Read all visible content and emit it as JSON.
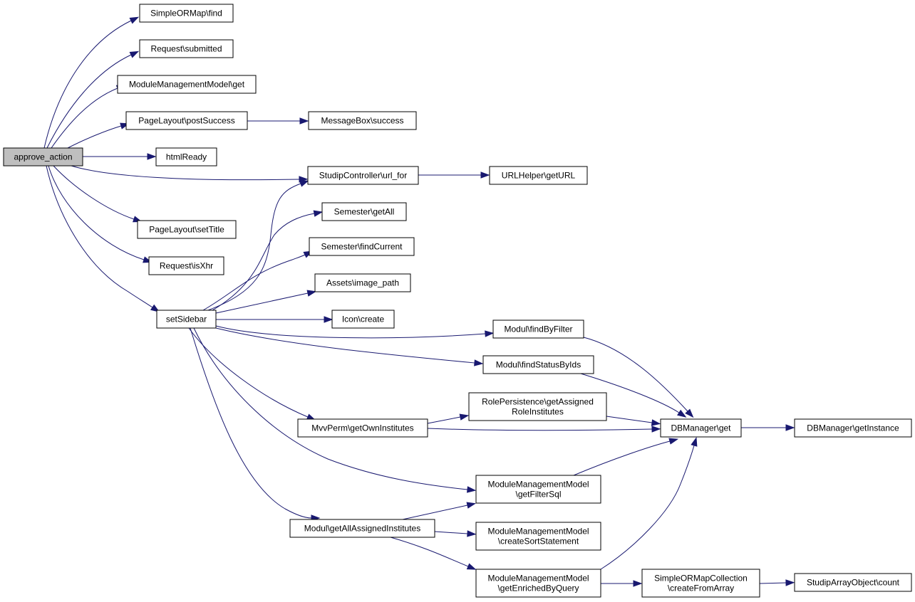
{
  "graph": {
    "colors": {
      "edge": "#191970",
      "root_fill": "#bfbfbf",
      "node_fill": "#ffffff",
      "node_stroke": "#000000"
    },
    "nodes": [
      {
        "id": "approve_action",
        "lines": [
          "approve_action"
        ],
        "root": true
      },
      {
        "id": "simpleormap_find",
        "lines": [
          "SimpleORMap\\find"
        ]
      },
      {
        "id": "request_submitted",
        "lines": [
          "Request\\submitted"
        ]
      },
      {
        "id": "mmm_get",
        "lines": [
          "ModuleManagementModel\\get"
        ]
      },
      {
        "id": "pagelayout_postsuccess",
        "lines": [
          "PageLayout\\postSuccess"
        ]
      },
      {
        "id": "messagebox_success",
        "lines": [
          "MessageBox\\success"
        ]
      },
      {
        "id": "htmlready",
        "lines": [
          "htmlReady"
        ]
      },
      {
        "id": "studipcontroller_url_for",
        "lines": [
          "StudipController\\url_for"
        ]
      },
      {
        "id": "urlhelper_geturl",
        "lines": [
          "URLHelper\\getURL"
        ]
      },
      {
        "id": "pagelayout_settitle",
        "lines": [
          "PageLayout\\setTitle"
        ]
      },
      {
        "id": "request_isxhr",
        "lines": [
          "Request\\isXhr"
        ]
      },
      {
        "id": "setsidebar",
        "lines": [
          "setSidebar"
        ]
      },
      {
        "id": "semester_getall",
        "lines": [
          "Semester\\getAll"
        ]
      },
      {
        "id": "semester_findcurrent",
        "lines": [
          "Semester\\findCurrent"
        ]
      },
      {
        "id": "assets_image_path",
        "lines": [
          "Assets\\image_path"
        ]
      },
      {
        "id": "icon_create",
        "lines": [
          "Icon\\create"
        ]
      },
      {
        "id": "modul_findbyfilter",
        "lines": [
          "Modul\\findByFilter"
        ]
      },
      {
        "id": "modul_findstatusbyids",
        "lines": [
          "Modul\\findStatusByIds"
        ]
      },
      {
        "id": "rolepersistence",
        "lines": [
          "RolePersistence\\getAssigned",
          "RoleInstitutes"
        ]
      },
      {
        "id": "mvvperm_getowninstitutes",
        "lines": [
          "MvvPerm\\getOwnInstitutes"
        ]
      },
      {
        "id": "dbmanager_get",
        "lines": [
          "DBManager\\get"
        ]
      },
      {
        "id": "dbmanager_getinstance",
        "lines": [
          "DBManager\\getInstance"
        ]
      },
      {
        "id": "mmm_getfiltersql",
        "lines": [
          "ModuleManagementModel",
          "\\getFilterSql"
        ]
      },
      {
        "id": "modul_getallassignedinstitutes",
        "lines": [
          "Modul\\getAllAssignedInstitutes"
        ]
      },
      {
        "id": "mmm_createsortstatement",
        "lines": [
          "ModuleManagementModel",
          "\\createSortStatement"
        ]
      },
      {
        "id": "mmm_getenrichedbyquery",
        "lines": [
          "ModuleManagementModel",
          "\\getEnrichedByQuery"
        ]
      },
      {
        "id": "simpleormapcollection_createfromarray",
        "lines": [
          "SimpleORMapCollection",
          "\\createFromArray"
        ]
      },
      {
        "id": "studiparrayobject_count",
        "lines": [
          "StudipArrayObject\\count"
        ]
      }
    ],
    "edges": [
      {
        "from": "approve_action",
        "to": "simpleormap_find"
      },
      {
        "from": "approve_action",
        "to": "request_submitted"
      },
      {
        "from": "approve_action",
        "to": "mmm_get"
      },
      {
        "from": "approve_action",
        "to": "pagelayout_postsuccess"
      },
      {
        "from": "approve_action",
        "to": "htmlready"
      },
      {
        "from": "approve_action",
        "to": "studipcontroller_url_for"
      },
      {
        "from": "approve_action",
        "to": "pagelayout_settitle"
      },
      {
        "from": "approve_action",
        "to": "request_isxhr"
      },
      {
        "from": "approve_action",
        "to": "setsidebar"
      },
      {
        "from": "pagelayout_postsuccess",
        "to": "messagebox_success"
      },
      {
        "from": "studipcontroller_url_for",
        "to": "urlhelper_geturl"
      },
      {
        "from": "setsidebar",
        "to": "studipcontroller_url_for"
      },
      {
        "from": "setsidebar",
        "to": "semester_getall"
      },
      {
        "from": "setsidebar",
        "to": "semester_findcurrent"
      },
      {
        "from": "setsidebar",
        "to": "assets_image_path"
      },
      {
        "from": "setsidebar",
        "to": "icon_create"
      },
      {
        "from": "setsidebar",
        "to": "modul_findbyfilter"
      },
      {
        "from": "setsidebar",
        "to": "modul_findstatusbyids"
      },
      {
        "from": "setsidebar",
        "to": "mvvperm_getowninstitutes"
      },
      {
        "from": "setsidebar",
        "to": "mmm_getfiltersql"
      },
      {
        "from": "setsidebar",
        "to": "modul_getallassignedinstitutes"
      },
      {
        "from": "modul_findbyfilter",
        "to": "dbmanager_get"
      },
      {
        "from": "modul_findstatusbyids",
        "to": "dbmanager_get"
      },
      {
        "from": "mvvperm_getowninstitutes",
        "to": "rolepersistence"
      },
      {
        "from": "mvvperm_getowninstitutes",
        "to": "dbmanager_get"
      },
      {
        "from": "rolepersistence",
        "to": "dbmanager_get"
      },
      {
        "from": "dbmanager_get",
        "to": "dbmanager_getinstance"
      },
      {
        "from": "mmm_getfiltersql",
        "to": "dbmanager_get"
      },
      {
        "from": "modul_getallassignedinstitutes",
        "to": "mmm_getfiltersql"
      },
      {
        "from": "modul_getallassignedinstitutes",
        "to": "mmm_createsortstatement"
      },
      {
        "from": "modul_getallassignedinstitutes",
        "to": "mmm_getenrichedbyquery"
      },
      {
        "from": "mmm_getenrichedbyquery",
        "to": "dbmanager_get"
      },
      {
        "from": "mmm_getenrichedbyquery",
        "to": "simpleormapcollection_createfromarray"
      },
      {
        "from": "simpleormapcollection_createfromarray",
        "to": "studiparrayobject_count"
      }
    ]
  }
}
